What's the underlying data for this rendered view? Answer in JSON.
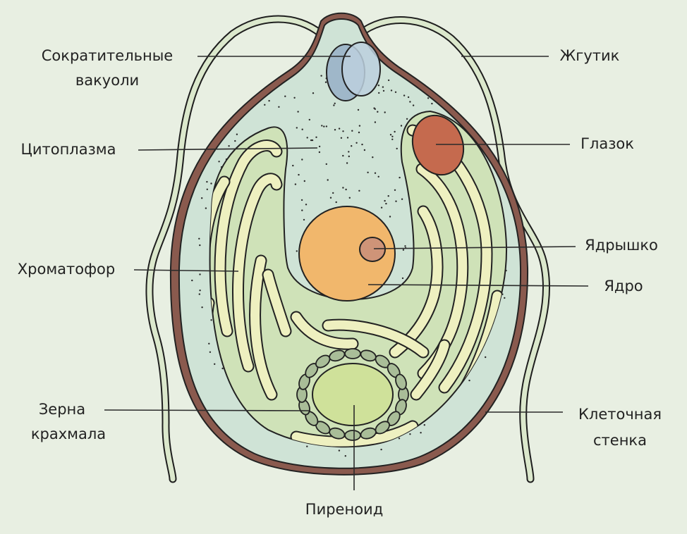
{
  "colors": {
    "background": "#e8efe2",
    "cell_wall": "#8a5a4e",
    "cytoplasm": "#cfe3d6",
    "chromatophore": "#cfe2b8",
    "thylakoid": "#eef0c0",
    "eyespot": "#c56a4e",
    "nucleus": "#f1b76c",
    "nucleolus": "#cf9478",
    "vacuole": "#9fb7c9",
    "pyrenoid": "#cfe19a",
    "starch_grains": "#a9bd98",
    "flagella": "#dbe8cc"
  },
  "labels": {
    "contractile_vacuoles_1": "Сократительные",
    "contractile_vacuoles_2": "вакуоли",
    "cytoplasm": "Цитоплазма",
    "chromatophore": "Хроматофор",
    "starch_1": "Зерна",
    "starch_2": "крахмала",
    "pyrenoid": "Пиреноид",
    "flagellum": "Жгутик",
    "eyespot": "Глазок",
    "nucleolus": "Ядрышко",
    "nucleus": "Ядро",
    "cell_wall_1": "Клеточная",
    "cell_wall_2": "стенка"
  }
}
